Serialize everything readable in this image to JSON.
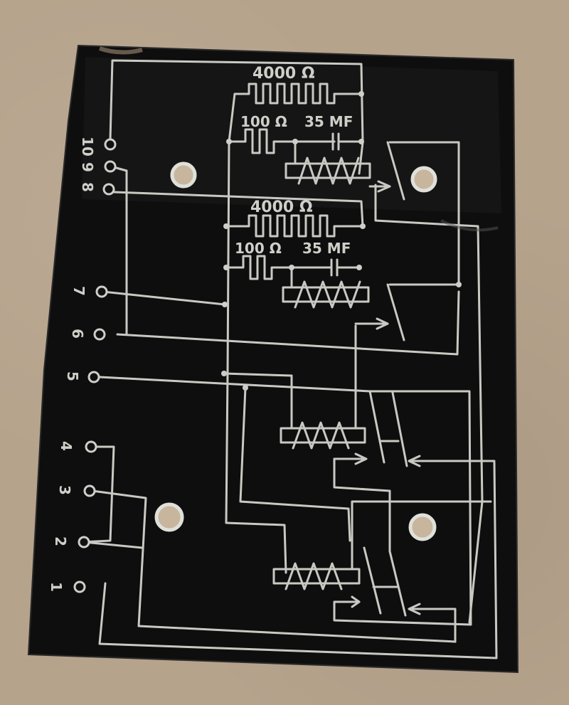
{
  "image": {
    "subject": "black circuit diagram plate",
    "colors": {
      "plate": "#0e0e0e",
      "traces": "#c9c9c4",
      "background": "#b6a38c"
    }
  },
  "labels": {
    "r1_top": "4000 Ω",
    "r1_small": "100 Ω",
    "c1": "35 MF",
    "r2_top": "4000 Ω",
    "r2_small": "100 Ω",
    "c2": "35 MF"
  },
  "terminals": {
    "t10": "10",
    "t9": "9",
    "t8": "8",
    "t7": "7",
    "t6": "6",
    "t5": "5",
    "t4": "4",
    "t3": "3",
    "t2": "2",
    "t1": "1"
  }
}
